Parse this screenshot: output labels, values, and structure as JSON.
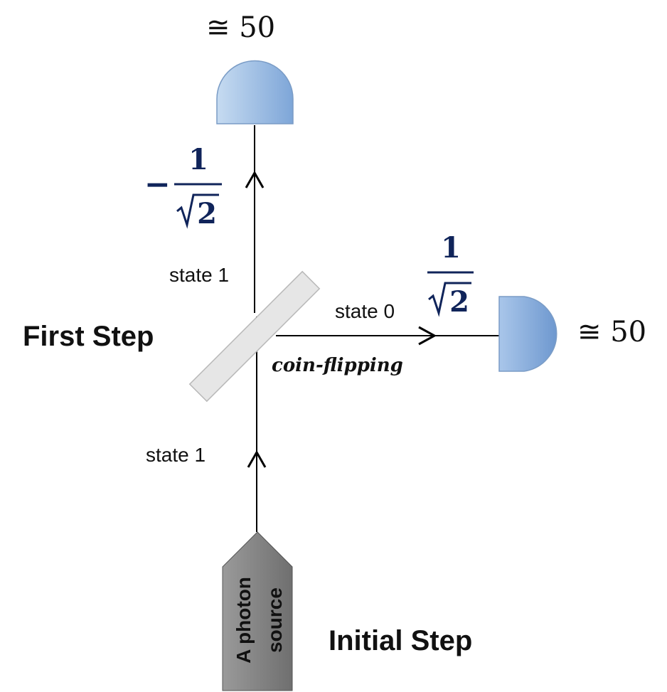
{
  "labels": {
    "top_detector_count": "≅ 50",
    "right_detector_count": "≅ 50",
    "top_amplitude_sign": "−",
    "top_amplitude_numerator": "1",
    "top_amplitude_denominator": "2",
    "right_amplitude_numerator": "1",
    "right_amplitude_denominator": "2",
    "upper_path_state": "state 1",
    "horizontal_path_state": "state 0",
    "lower_path_state": "state 1",
    "splitter_label": "coin-flipping",
    "first_step": "First Step",
    "initial_step": "Initial Step",
    "source_line1": "A photon",
    "source_line2": "source"
  },
  "colors": {
    "detector_light": "#c6dbf1",
    "detector_dark": "#7ea6d8",
    "detector_stroke": "#7a9cc6",
    "amplitude_text": "#10245a",
    "splitter_fill": "#e6e6e6",
    "splitter_stroke": "#b8b8b8",
    "source_light": "#9a9a9a",
    "source_dark": "#6f6f6f",
    "beam": "#000000"
  }
}
